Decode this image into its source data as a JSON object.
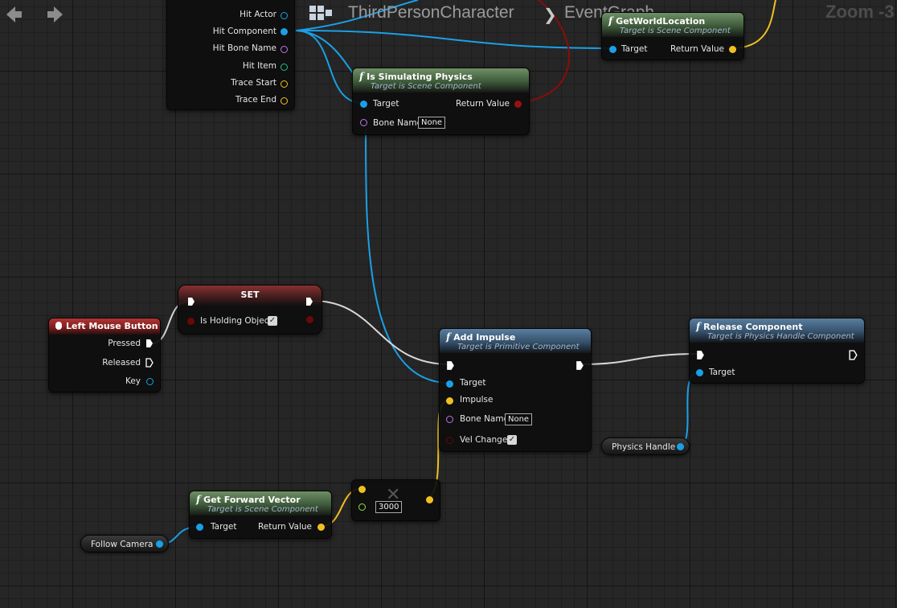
{
  "toolbar": {
    "back_icon": "arrow-left-icon",
    "forward_icon": "arrow-right-icon",
    "blueprint_icon": "blueprint-grid-icon",
    "breadcrumb": [
      "ThirdPersonCharacter",
      "EventGraph"
    ],
    "zoom_label": "Zoom -3"
  },
  "colors": {
    "object_pin": "#1aa0e6",
    "vector_pin": "#f0c020",
    "name_pin": "#b878e6",
    "bool_pin": "#9a1010",
    "struct_pin": "#20c090",
    "float_pin": "#90e040",
    "exec_pin": "#ffffff"
  },
  "nodes": {
    "hit_result": {
      "pins": [
        "Hit Actor",
        "Hit Component",
        "Hit Bone Name",
        "Hit Item",
        "Trace Start",
        "Trace End"
      ]
    },
    "get_world_location": {
      "title": "GetWorldLocation",
      "subtitle": "Target is Scene Component",
      "target": "Target",
      "return": "Return Value"
    },
    "is_simulating_physics": {
      "title": "Is Simulating Physics",
      "subtitle": "Target is Scene Component",
      "target": "Target",
      "return": "Return Value",
      "bone_name_label": "Bone Name",
      "bone_name_value": "None"
    },
    "left_mouse_button": {
      "title": "Left Mouse Button",
      "pressed": "Pressed",
      "released": "Released",
      "key": "Key"
    },
    "set": {
      "title": "SET",
      "var": "Is Holding Object",
      "checked": true
    },
    "add_impulse": {
      "title": "Add Impulse",
      "subtitle": "Target is Primitive Component",
      "target": "Target",
      "impulse": "Impulse",
      "bone_name_label": "Bone Name",
      "bone_name_value": "None",
      "vel_change": "Vel Change",
      "checked": true
    },
    "release_component": {
      "title": "Release Component",
      "subtitle": "Target is Physics Handle Component",
      "target": "Target"
    },
    "physics_handle": {
      "label": "Physics Handle"
    },
    "get_forward_vector": {
      "title": "Get Forward Vector",
      "subtitle": "Target is Scene Component",
      "target": "Target",
      "return": "Return Value"
    },
    "multiply": {
      "value": "3000"
    },
    "follow_camera": {
      "label": "Follow Camera"
    }
  }
}
